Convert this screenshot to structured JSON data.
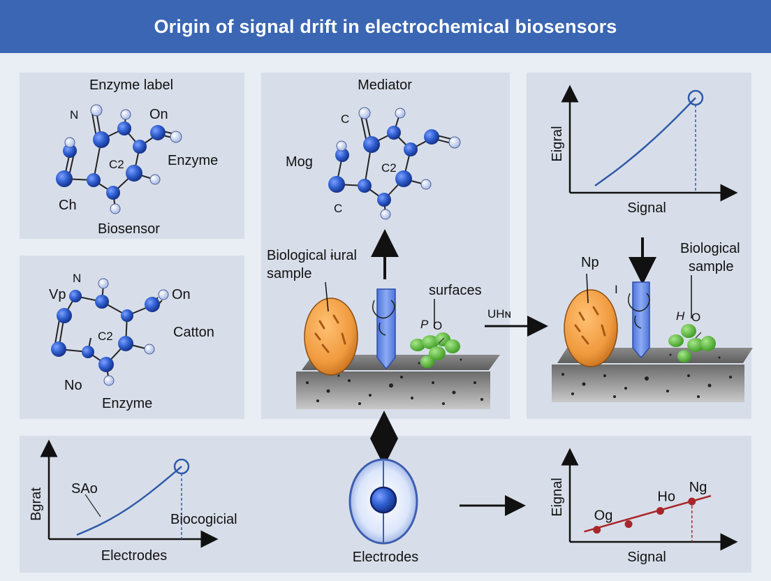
{
  "title": "Origin of signal drift in electrochemical biosensors",
  "colors": {
    "header": "#3a66b3",
    "atom": "#2f5fd0",
    "atom_light": "#c8d4f2",
    "curve_blue": "#2f5aa8",
    "curve_red": "#a8262a",
    "cell_orange": "#f0a04a",
    "probe_blue": "#6a8ee8",
    "protein_green": "#5cbd3a"
  },
  "panel_top_left": {
    "title": "Enzyme label",
    "labels": {
      "n": "N",
      "on": "On",
      "c2": "C2",
      "enzyme": "Enzyme",
      "ch": "Ch",
      "biosensor": "Biosensor"
    }
  },
  "panel_mid_left": {
    "labels": {
      "vp": "Vp",
      "n": "N",
      "on": "On",
      "c2": "C2",
      "catton": "Catton",
      "no": "No",
      "enzyme": "Enzyme"
    }
  },
  "panel_center": {
    "title": "Mediator",
    "labels": {
      "c_top": "C",
      "mog": "Mog",
      "c2": "C2",
      "c_bottom": "C",
      "bio_sample": [
        "Biological ɨural",
        "sample"
      ],
      "surfaces": "surfaces",
      "p": "P",
      "o": "O"
    }
  },
  "panel_top_right": {
    "chart_ylabel": "Eigral",
    "chart_xlabel": "Signal",
    "labels": {
      "np": "Np",
      "i": "I",
      "bio_sample": [
        "Biological",
        "sample"
      ],
      "h": "H",
      "o": "O"
    }
  },
  "arrow_label": "UHɴ",
  "panel_bottom": {
    "left_ylabel": "Bgrat",
    "left_xlabel": "Electrodes",
    "left_annot": "SAo",
    "left_annot2": "Biocogicial",
    "center_label": "Electrodes",
    "right_ylabel": "Eignal",
    "right_xlabel": "Signal",
    "right_point_labels": [
      "Og",
      "Ho",
      "Ng"
    ]
  },
  "chart_data": [
    {
      "type": "line",
      "x": [
        0,
        1,
        2,
        3,
        4,
        5
      ],
      "series": [
        {
          "values": [
            0,
            0.9,
            1.9,
            3.0,
            4.2,
            5.5
          ]
        }
      ],
      "xlabel": "Signal",
      "ylabel": "Eigral",
      "title": ""
    },
    {
      "type": "line",
      "x": [
        0,
        1,
        2,
        3,
        4,
        5
      ],
      "series": [
        {
          "values": [
            0,
            0.7,
            1.6,
            2.7,
            4.0,
            5.4
          ]
        }
      ],
      "xlabel": "Electrodes",
      "ylabel": "Bgrat",
      "title": ""
    },
    {
      "type": "line",
      "x": [
        1,
        2,
        3,
        4
      ],
      "series": [
        {
          "values": [
            1.0,
            1.3,
            2.0,
            2.5
          ]
        }
      ],
      "point_labels": [
        "Og",
        "",
        "Ho",
        "Ng"
      ],
      "xlabel": "Signal",
      "ylabel": "Eignal",
      "title": ""
    }
  ]
}
